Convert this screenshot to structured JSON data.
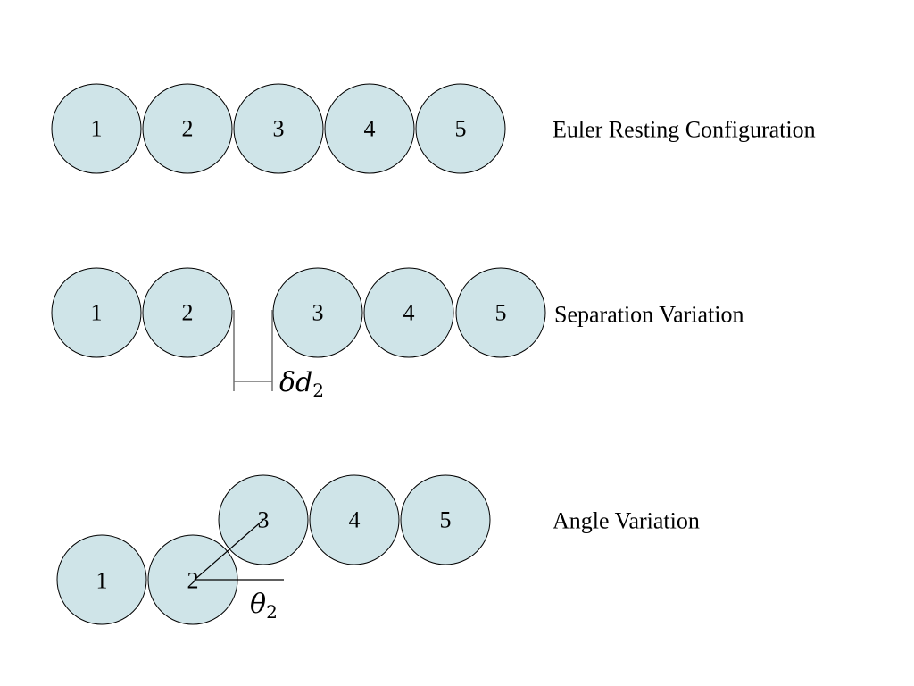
{
  "rows": {
    "resting": {
      "label": "Euler Resting Configuration",
      "balls": [
        "1",
        "2",
        "3",
        "4",
        "5"
      ]
    },
    "separation": {
      "label": "Separation Variation",
      "balls": [
        "1",
        "2",
        "3",
        "4",
        "5"
      ],
      "symbol": "δd",
      "subscript": "2"
    },
    "angle": {
      "label": "Angle Variation",
      "balls": [
        "1",
        "2",
        "3",
        "4",
        "5"
      ],
      "symbol": "θ",
      "subscript": "2"
    }
  },
  "colors": {
    "ball_fill": "#cfe4e8",
    "outline": "#000000",
    "dimension_line": "#707070"
  }
}
